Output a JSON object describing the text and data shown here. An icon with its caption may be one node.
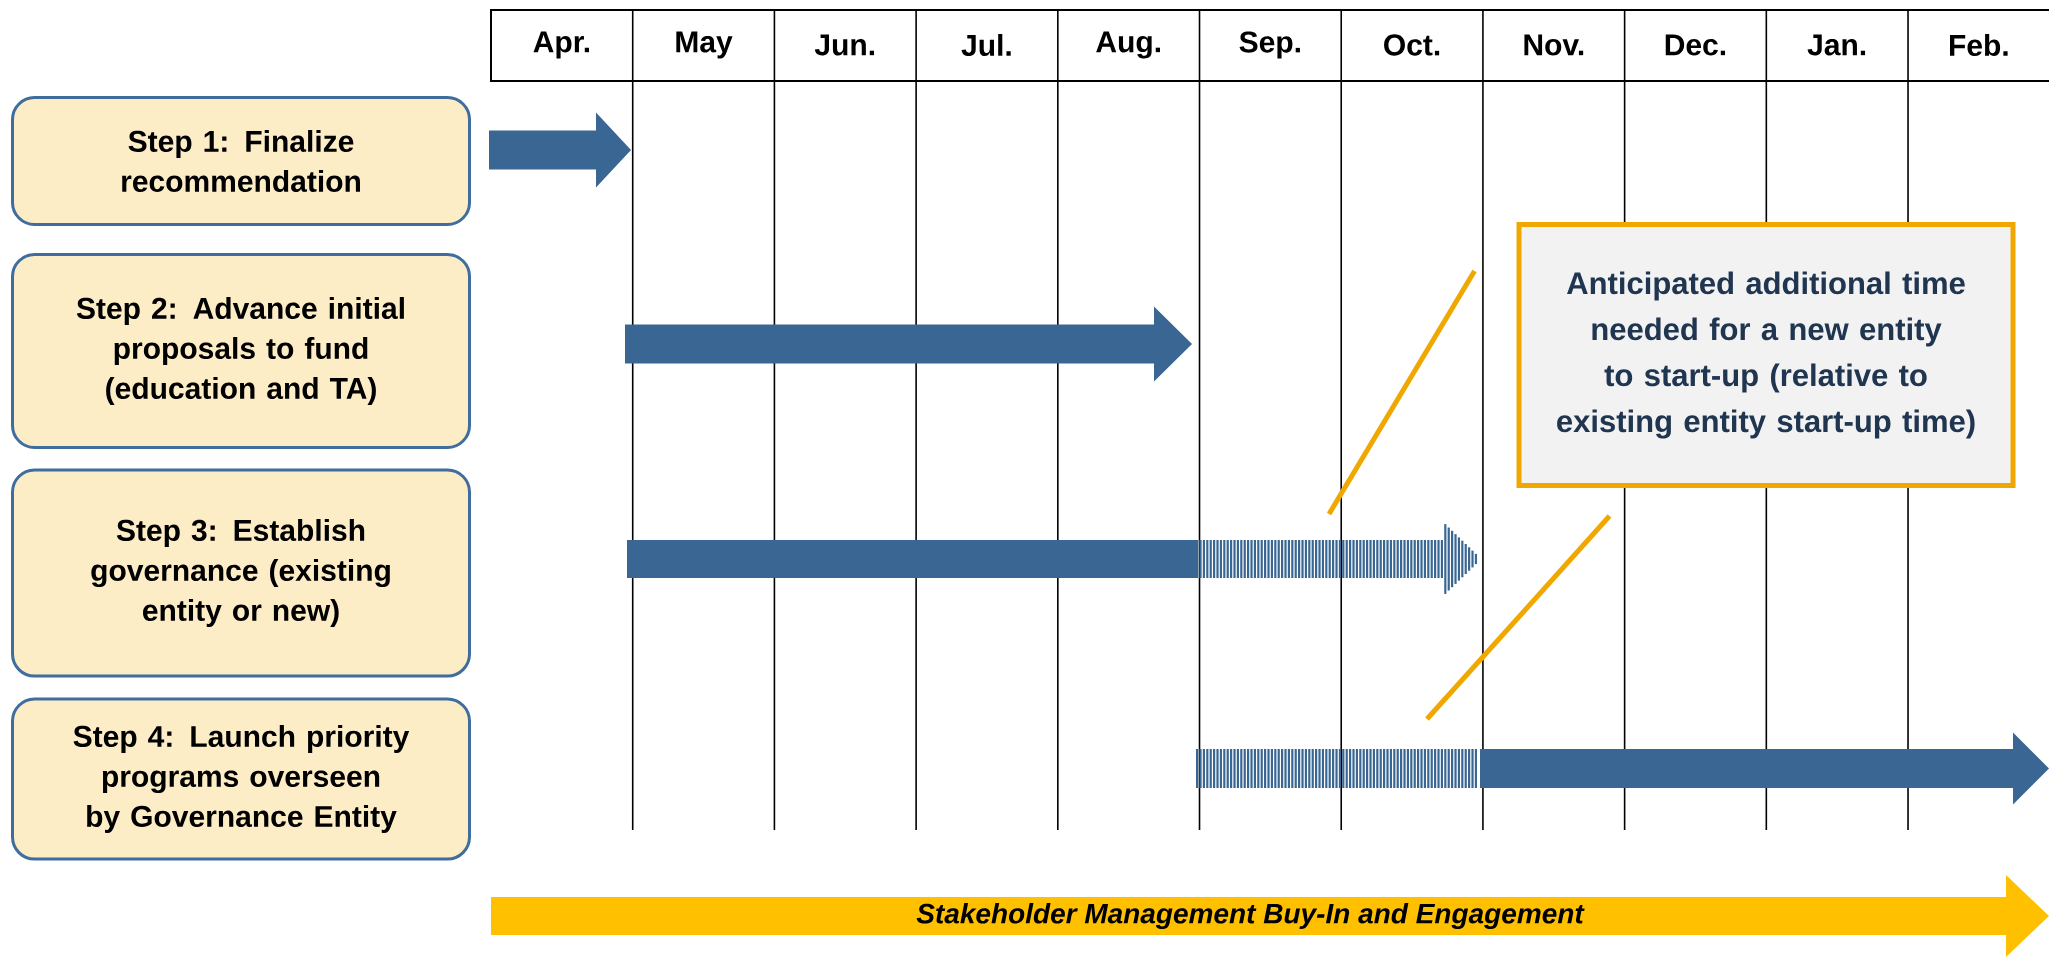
{
  "diagram": {
    "nodes": [
      {
        "text": [
          "Step 1: Finalize recommendation"
        ]
      },
      {
        "text": [
          "Step 2: Advance initial proposals to fund (education and TA)"
        ]
      },
      {
        "text": [
          "Step 3: Establish governance (existing entity  or new)"
        ]
      },
      {
        "text": [
          "Step 4: Launch priority programs overseen by Governance Entity"
        ]
      },
      {
        "text": [
          "Anticipated additional time needed for a new entity to start-up (relative to existing entity start-up time)"
        ]
      },
      {
        "text": [
          "Stakeholder Management Buy-In and Engagement"
        ]
      }
    ],
    "edges": [
      {
        "from": 4,
        "to": null,
        "arrow": "none"
      },
      {
        "from": 4,
        "to": null,
        "arrow": "none"
      }
    ],
    "labels": [
      "Apr.",
      "May",
      "Jun.",
      "Jul.",
      "Aug.",
      "Sep.",
      "Oct.",
      "Nov.",
      "Dec.",
      "Jan.",
      "Feb."
    ]
  }
}
